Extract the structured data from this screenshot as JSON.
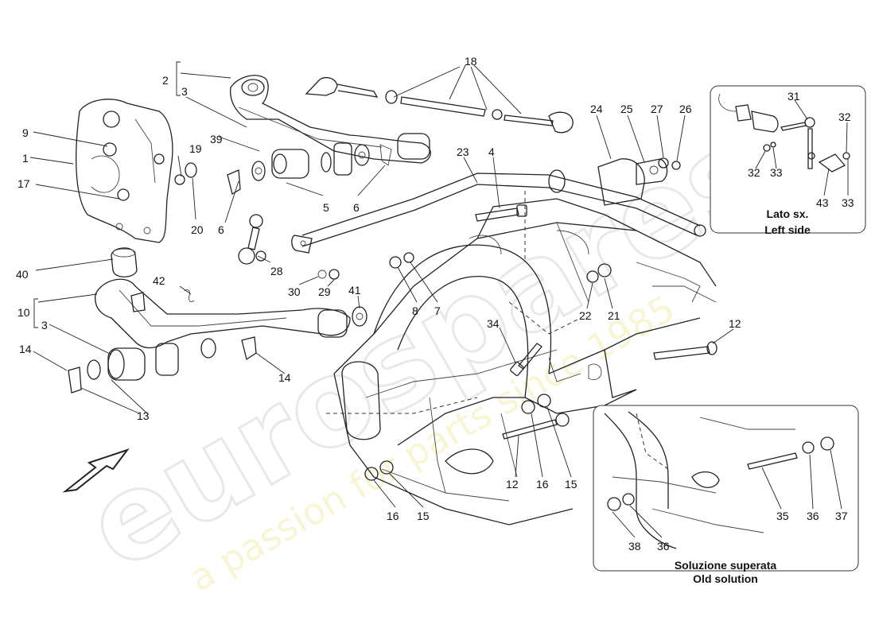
{
  "watermark": {
    "brand": "eurospares",
    "slogan": "a passion for parts since 1985"
  },
  "callouts": {
    "n1": "1",
    "n2": "2",
    "n3a": "3",
    "n3b": "3",
    "n4": "4",
    "n5": "5",
    "n6a": "6",
    "n6b": "6",
    "n7": "7",
    "n8": "8",
    "n9": "9",
    "n10": "10",
    "n12a": "12",
    "n12b": "12",
    "n13": "13",
    "n14a": "14",
    "n14b": "14",
    "n15a": "15",
    "n15b": "15",
    "n16a": "16",
    "n16b": "16",
    "n17": "17",
    "n18": "18",
    "n19": "19",
    "n20": "20",
    "n21": "21",
    "n22": "22",
    "n23": "23",
    "n24": "24",
    "n25": "25",
    "n26": "26",
    "n27": "27",
    "n28": "28",
    "n29": "29",
    "n30": "30",
    "n34": "34",
    "n39": "39",
    "n40": "40",
    "n41": "41",
    "n42": "42"
  },
  "inset_left_side": {
    "caption_line1": "Lato sx.",
    "caption_line2": "Left side",
    "callouts": {
      "n31": "31",
      "n32a": "32",
      "n32b": "32",
      "n33a": "33",
      "n33b": "33",
      "n43": "43"
    }
  },
  "inset_old_solution": {
    "caption_line1": "Soluzione superata",
    "caption_line2": "Old solution",
    "callouts": {
      "n35": "35",
      "n36a": "36",
      "n36b": "36",
      "n37": "37",
      "n38": "38"
    }
  }
}
